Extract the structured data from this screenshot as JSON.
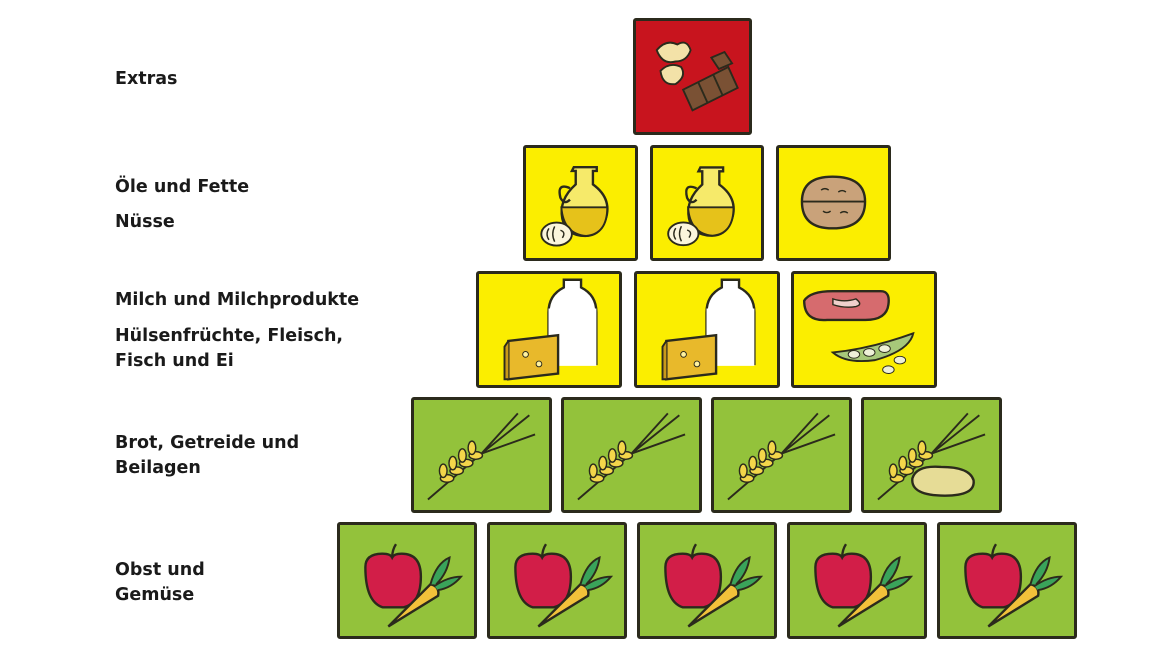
{
  "title": "Lebensmittelpyramide",
  "colors": {
    "red": "#c8141e",
    "yellow": "#fbee00",
    "green": "#93c23b",
    "outline": "#2b2a1c"
  },
  "levels": [
    {
      "id": "extras",
      "labels": [
        "Extras"
      ],
      "color": "red",
      "tiles": [
        "chips-chocolate-icon"
      ]
    },
    {
      "id": "fats",
      "labels": [
        "Öle und Fette",
        "Nüsse"
      ],
      "color": "yellow",
      "tiles": [
        "oil-butter-icon",
        "oil-butter-icon",
        "walnut-icon"
      ]
    },
    {
      "id": "protein",
      "labels": [
        "Milch und Milchprodukte",
        "Hülsenfrüchte, Fleisch,",
        "Fisch und Ei"
      ],
      "color": "yellow",
      "tiles": [
        "milk-cheese-icon",
        "milk-cheese-icon",
        "meat-beans-icon"
      ]
    },
    {
      "id": "grains",
      "labels": [
        "Brot, Getreide und",
        "Beilagen"
      ],
      "color": "green",
      "tiles": [
        "grain-icon",
        "grain-icon",
        "grain-icon",
        "grain-potato-icon"
      ]
    },
    {
      "id": "fruit-veg",
      "labels": [
        "Obst und",
        "Gemüse"
      ],
      "color": "green",
      "tiles": [
        "apple-carrot-icon",
        "apple-carrot-icon",
        "apple-carrot-icon",
        "apple-carrot-icon",
        "apple-carrot-icon"
      ]
    }
  ]
}
